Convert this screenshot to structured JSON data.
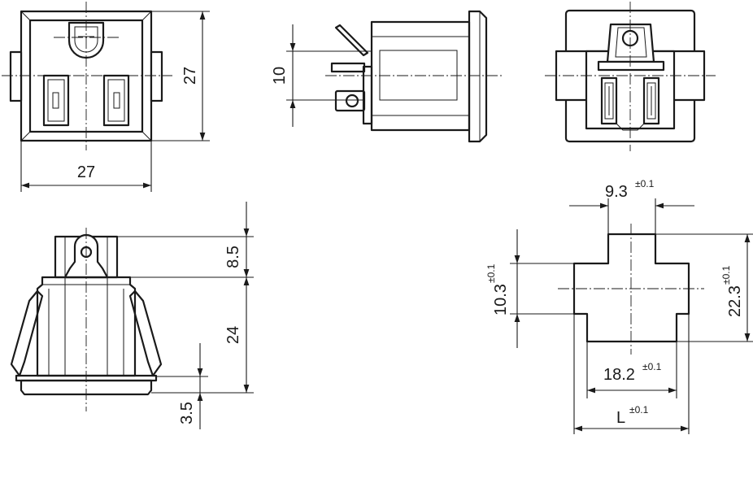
{
  "dimensions": {
    "front_width": "27",
    "front_height": "27",
    "side_pin": "10",
    "top_pin": "8.5",
    "top_body": "24",
    "top_flange": "3.5",
    "cutout_top_width": "9.3",
    "cutout_mid_height": "10.3",
    "cutout_total_height": "22.3",
    "cutout_bottom_width": "18.2",
    "cutout_L": "L"
  },
  "tolerance": "±0.1",
  "colors": {
    "line": "#1a1a1a",
    "background": "#ffffff"
  }
}
